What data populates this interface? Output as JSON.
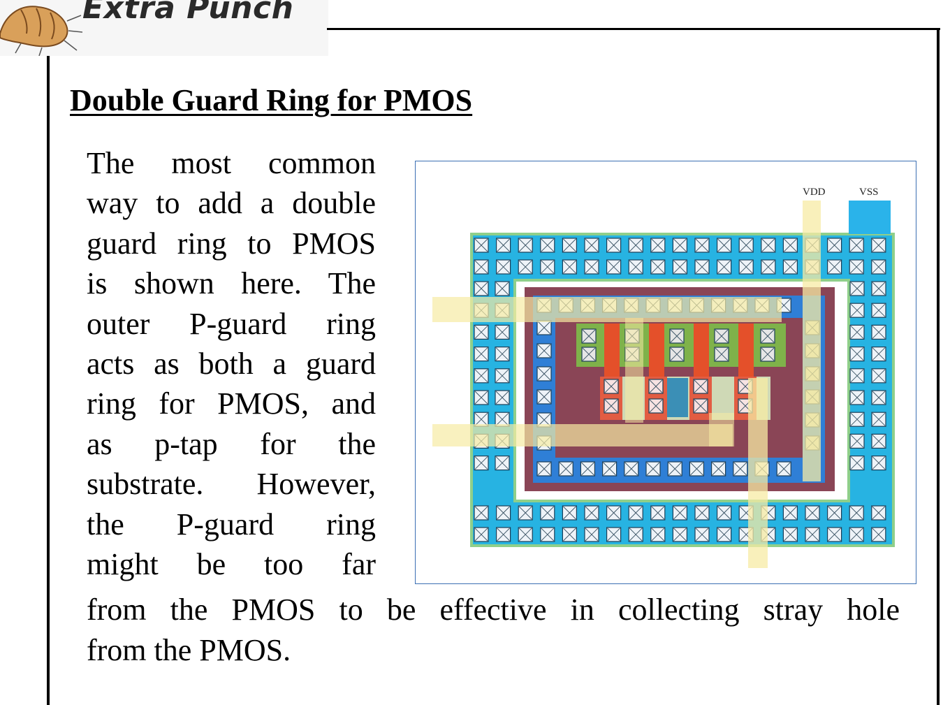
{
  "header": {
    "brand": "Extra Punch",
    "logo_icon": "fist-icon"
  },
  "title": "Double Guard Ring for PMOS",
  "paragraph": {
    "wrapped_lines": [
      "The most common",
      "way to add a double",
      "guard ring to PMOS",
      "is shown here. The",
      "outer P-guard ring",
      "acts as both a guard",
      "ring for PMOS, and",
      "as p-tap for the",
      "substrate. However,",
      "the P-guard ring",
      "might be too far"
    ],
    "full_line": "from the PMOS to be effective in collecting stray hole",
    "last_line": "from the PMOS."
  },
  "figure": {
    "labels": {
      "vdd": "VDD",
      "vss": "VSS"
    },
    "colors": {
      "outer_ring": "#27b3e2",
      "ring_border": "#8fcf8a",
      "nwell": "#8a4556",
      "inner_ring": "#2f7fd6",
      "gate": "#e4502a",
      "metal": "#f7eba4",
      "active": "#7fb24a",
      "contact_fill": "#eef3f8"
    }
  }
}
